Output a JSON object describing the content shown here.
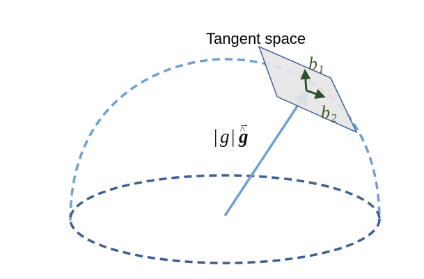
{
  "diagram": {
    "title": "Tangent space",
    "basis_1": {
      "symbol": "b",
      "subscript": "1"
    },
    "basis_2": {
      "symbol": "b",
      "subscript": "2"
    },
    "gravity": {
      "bar_left": "|",
      "scalar": "g",
      "bar_right": "|",
      "vector": "g",
      "hat": "^",
      "arrow": "→"
    },
    "colors": {
      "dome_upper": "#6f9fd4",
      "dome_base": "#3f5f8f",
      "gravity_vector": "#6f9fd4",
      "plane_fill": "#e6e6e6",
      "plane_stroke": "#3f5f8f",
      "basis_vectors": "#2f4f2f"
    }
  }
}
